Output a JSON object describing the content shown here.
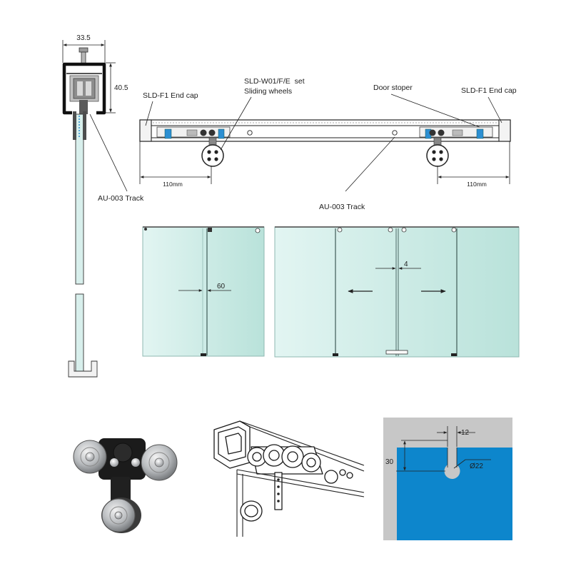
{
  "section_profile": {
    "width_dim": "33.5",
    "height_dim": "40.5",
    "track_label": "AU-003 Track"
  },
  "track_elevation": {
    "end_cap_left_label": "SLD-F1 End cap",
    "wheel_set_label": "SLD-W01/F/E  set",
    "wheels_label": "Sliding wheels",
    "door_stopper_label": "Door stoper",
    "end_cap_right_label": "SLD-F1 End cap",
    "dim_left": "110mm",
    "dim_right": "110mm",
    "track_label": "AU-003 Track"
  },
  "glass_panels": {
    "overlap_dim": "60",
    "center_gap_dim": "4"
  },
  "glass_notch": {
    "notch_width_dim": "12",
    "notch_depth_dim": "30",
    "hole_diameter_dim": "Ø22"
  },
  "colors": {
    "glass_light": "#e2f5f2",
    "glass_dark": "#b9e2da",
    "stopper_blue": "#2c8fd2",
    "notch_panel_blue": "#0d86cc",
    "notch_background_gray": "#c7c7c7"
  }
}
